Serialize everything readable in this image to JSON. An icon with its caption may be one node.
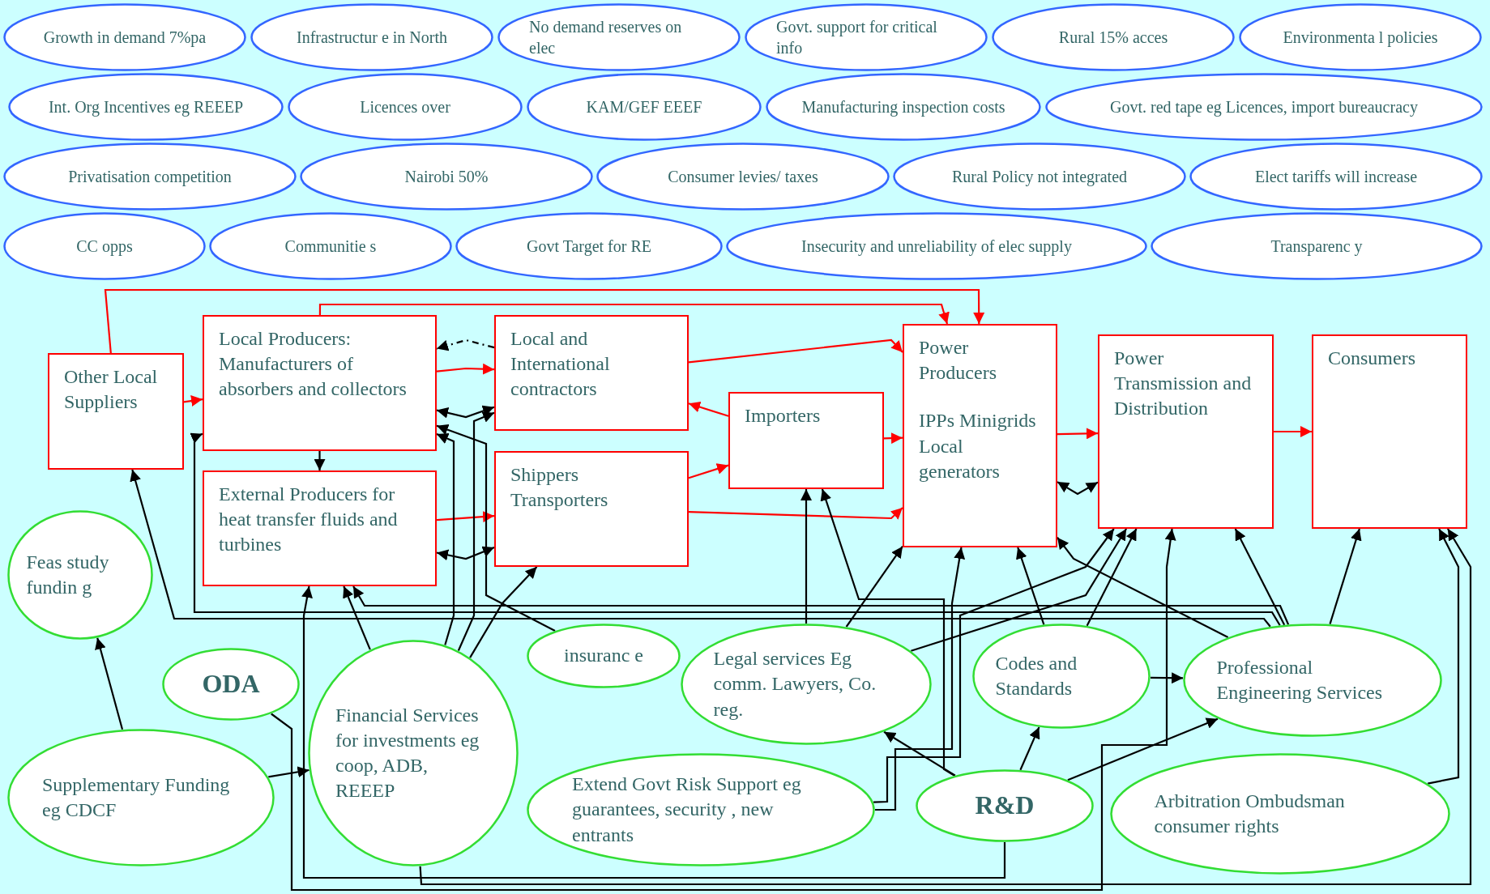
{
  "diagram": {
    "nodes": [
      {
        "text": [
          "Growth in demand 7%pa"
        ]
      },
      {
        "text": [
          "Infrastructur e in North"
        ]
      },
      {
        "text": [
          "No demand reserves on elec"
        ]
      },
      {
        "text": [
          "Govt. support for critical info"
        ]
      },
      {
        "text": [
          "Rural 15% acces"
        ]
      },
      {
        "text": [
          "Environmenta l policies"
        ]
      },
      {
        "text": [
          "Int. Org Incentives eg REEEP"
        ]
      },
      {
        "text": [
          "Licences over"
        ]
      },
      {
        "text": [
          "KAM/GEF EEEF"
        ]
      },
      {
        "text": [
          "Manufacturing inspection costs"
        ]
      },
      {
        "text": [
          "Govt. red tape eg Licences, import bureaucracy"
        ]
      },
      {
        "text": [
          "Privatisation competition"
        ]
      },
      {
        "text": [
          "Nairobi 50%"
        ]
      },
      {
        "text": [
          "Consumer levies/ taxes"
        ]
      },
      {
        "text": [
          "Rural Policy not integrated"
        ]
      },
      {
        "text": [
          "Elect tariffs will increase"
        ]
      },
      {
        "text": [
          "CC opps"
        ]
      },
      {
        "text": [
          "Communitie s"
        ]
      },
      {
        "text": [
          "Govt Target for RE"
        ]
      },
      {
        "text": [
          "Insecurity and unreliability of elec supply"
        ]
      },
      {
        "text": [
          "Transparenc y"
        ]
      },
      {
        "text": [
          "Other Local Suppliers"
        ]
      },
      {
        "text": [
          "Local Producers: Manufacturers of absorbers and collectors"
        ]
      },
      {
        "text": [
          "Local and International contractors"
        ]
      },
      {
        "text": [
          "Power Producers",
          "IPPs Minigrids Local generators"
        ]
      },
      {
        "text": [
          "Importers"
        ]
      },
      {
        "text": [
          "External Producers for heat transfer fluids and turbines"
        ]
      },
      {
        "text": [
          "Shippers Transporters"
        ]
      },
      {
        "text": [
          "Power Transmission and Distribution"
        ]
      },
      {
        "text": [
          "Consumers"
        ]
      },
      {
        "text": [
          "Feas study fundin g"
        ]
      },
      {
        "text": [
          "ODA"
        ]
      },
      {
        "text": [
          "Financial Services for investments eg coop, ADB, REEEP"
        ]
      },
      {
        "text": [
          "insuranc e"
        ]
      },
      {
        "text": [
          "Legal services Eg comm. Lawyers, Co. reg."
        ]
      },
      {
        "text": [
          "Codes and Standards"
        ]
      },
      {
        "text": [
          "Professional Engineering Services"
        ]
      },
      {
        "text": [
          "Supplementary Funding eg CDCF"
        ]
      },
      {
        "text": [
          "Extend Govt Risk Support eg guarantees, security , new entrants"
        ]
      },
      {
        "text": [
          "R&D"
        ]
      },
      {
        "text": [
          "Arbitration Ombudsman consumer rights"
        ]
      }
    ],
    "edges": [
      {
        "from": 21,
        "to": 22,
        "arrow": "to",
        "color": "#ff0000"
      },
      {
        "from": 22,
        "to": 23,
        "arrow": "to",
        "color": "#ff0000"
      },
      {
        "from": 23,
        "to": 24,
        "arrow": "to",
        "color": "#ff0000"
      },
      {
        "from": 25,
        "to": 24,
        "arrow": "to",
        "color": "#ff0000"
      },
      {
        "from": 27,
        "to": 24,
        "arrow": "to",
        "color": "#ff0000"
      },
      {
        "from": 26,
        "to": 27,
        "arrow": "to",
        "color": "#ff0000"
      },
      {
        "from": 27,
        "to": 25,
        "arrow": "to",
        "color": "#ff0000"
      },
      {
        "from": 25,
        "to": 23,
        "arrow": "to",
        "color": "#ff0000"
      },
      {
        "from": 24,
        "to": 28,
        "arrow": "to",
        "color": "#ff0000"
      },
      {
        "from": 28,
        "to": 29,
        "arrow": "to",
        "color": "#ff0000"
      },
      {
        "from": 21,
        "to": 24,
        "arrow": "to",
        "color": "#ff0000"
      },
      {
        "from": 22,
        "to": 24,
        "arrow": "to",
        "color": "#ff0000"
      },
      {
        "from": 23,
        "to": 22,
        "arrow": "to",
        "style": "dashed"
      },
      {
        "from": 22,
        "to": 26,
        "arrow": "to"
      },
      {
        "from": 22,
        "to": 23,
        "arrow": "both"
      },
      {
        "from": 26,
        "to": 27,
        "arrow": "both"
      },
      {
        "from": 24,
        "to": 28,
        "arrow": "both"
      },
      {
        "from": 32,
        "to": 26,
        "arrow": "to"
      },
      {
        "from": 32,
        "to": 22,
        "arrow": "to"
      },
      {
        "from": 32,
        "to": 23,
        "arrow": "to"
      },
      {
        "from": 32,
        "to": 27,
        "arrow": "to"
      },
      {
        "from": 37,
        "to": 32,
        "arrow": "to"
      },
      {
        "from": 37,
        "to": 30,
        "arrow": "to"
      },
      {
        "from": 36,
        "to": 21,
        "arrow": "to"
      },
      {
        "from": 36,
        "to": 22,
        "arrow": "to"
      },
      {
        "from": 36,
        "to": 26,
        "arrow": "to"
      },
      {
        "from": 35,
        "to": 36,
        "arrow": "to"
      },
      {
        "from": 39,
        "to": 35,
        "arrow": "to"
      },
      {
        "from": 39,
        "to": 34,
        "arrow": "to"
      },
      {
        "from": 39,
        "to": 36,
        "arrow": "to"
      },
      {
        "from": 35,
        "to": 24,
        "arrow": "to"
      },
      {
        "from": 35,
        "to": 28,
        "arrow": "to"
      },
      {
        "from": 36,
        "to": 24,
        "arrow": "to"
      },
      {
        "from": 36,
        "to": 28,
        "arrow": "to"
      },
      {
        "from": 40,
        "to": 29,
        "arrow": "to"
      },
      {
        "from": 36,
        "to": 29,
        "arrow": "to"
      },
      {
        "from": 38,
        "to": 24,
        "arrow": "to"
      },
      {
        "from": 38,
        "to": 28,
        "arrow": "to"
      },
      {
        "from": 34,
        "to": 28,
        "arrow": "to"
      },
      {
        "from": 34,
        "to": 24,
        "arrow": "to"
      },
      {
        "from": 33,
        "to": 22,
        "arrow": "to"
      },
      {
        "from": 31,
        "to": 28,
        "arrow": "to"
      },
      {
        "from": 39,
        "to": 26,
        "arrow": "to"
      },
      {
        "from": 39,
        "to": 25,
        "arrow": "to"
      },
      {
        "from": 32,
        "to": 29,
        "arrow": "to"
      },
      {
        "from": 34,
        "to": 25,
        "arrow": "to"
      }
    ]
  }
}
